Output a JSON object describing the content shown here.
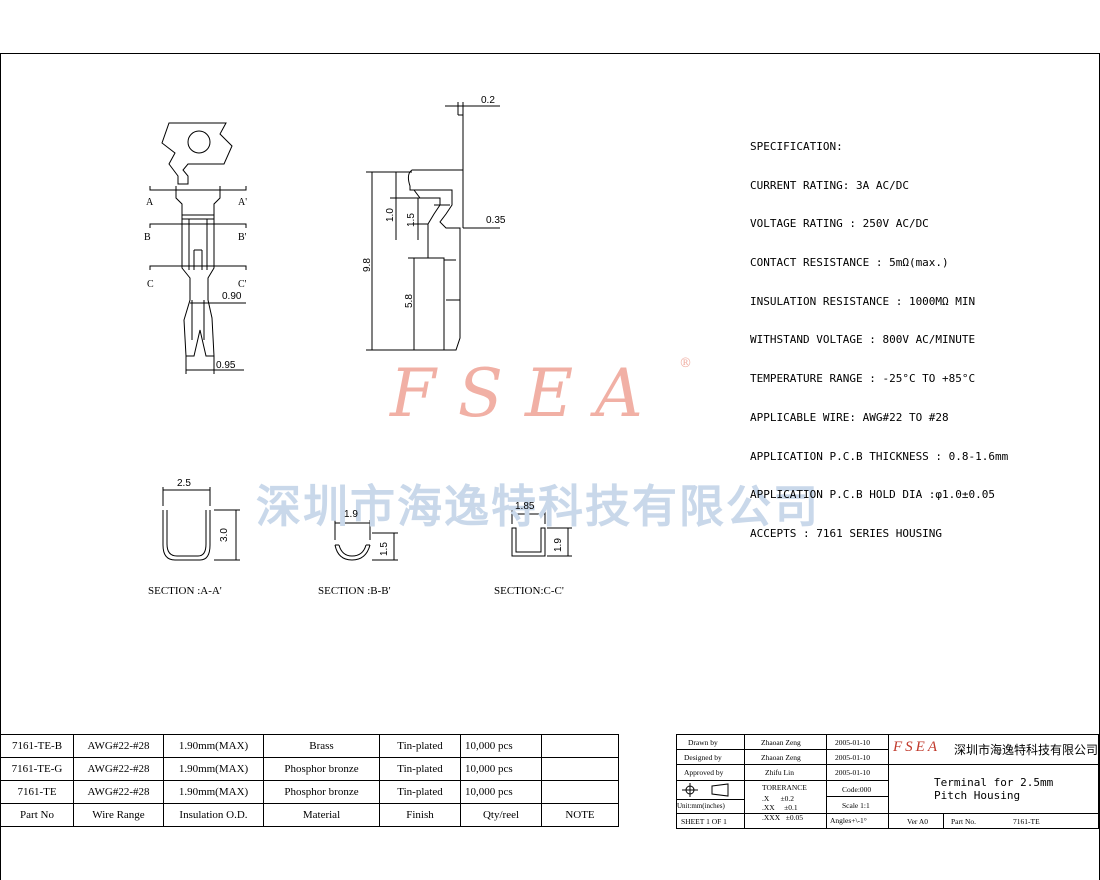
{
  "dimensions": {
    "top_width": "0.2",
    "thickness": "0.35",
    "height_1_0": "1.0",
    "height_1_5": "1.5",
    "total_height": "9.8",
    "lower_height": "5.8",
    "width_0_90": "0.90",
    "width_0_95": "0.95"
  },
  "section_marks": {
    "a": "A",
    "a_prime": "A'",
    "b": "B",
    "b_prime": "B'",
    "c": "C",
    "c_prime": "C'"
  },
  "specification": [
    "SPECIFICATION:",
    "CURRENT RATING: 3A AC/DC",
    "VOLTAGE RATING : 250V AC/DC",
    "CONTACT RESISTANCE : 5mΩ(max.)",
    "INSULATION RESISTANCE : 1000MΩ MIN",
    "WITHSTAND VOLTAGE : 800V AC/MINUTE",
    "TEMPERATURE RANGE : -25°C TO +85°C",
    "APPLICABLE WIRE: AWG#22 TO #28",
    "APPLICATION P.C.B THICKNESS : 0.8-1.6mm",
    "APPLICATION P.C.B HOLD DIA :φ1.0±0.05",
    "ACCEPTS : 7161 SERIES HOUSING"
  ],
  "watermark": {
    "brand": "FSEA",
    "registered": "®",
    "company_cn": "深圳市海逸特科技有限公司"
  },
  "sections": [
    {
      "label": "SECTION :A-A'",
      "width": "2.5",
      "height": "3.0"
    },
    {
      "label": "SECTION :B-B'",
      "width": "1.9",
      "height": "1.5"
    },
    {
      "label": "SECTION:C-C'",
      "width": "1.85",
      "height": "1.9"
    }
  ],
  "parts_table": {
    "rows": [
      [
        "7161-TE-B",
        "AWG#22-#28",
        "1.90mm(MAX)",
        "Brass",
        "Tin-plated",
        "10,000 pcs",
        ""
      ],
      [
        "7161-TE-G",
        "AWG#22-#28",
        "1.90mm(MAX)",
        "Phosphor bronze",
        "Tin-plated",
        "10,000 pcs",
        ""
      ],
      [
        "7161-TE",
        "AWG#22-#28",
        "1.90mm(MAX)",
        "Phosphor bronze",
        "Tin-plated",
        "10,000 pcs",
        ""
      ]
    ],
    "header": [
      "Part No",
      "Wire Range",
      "Insulation O.D.",
      "Material",
      "Finish",
      "Qty/reel",
      "NOTE"
    ]
  },
  "title_block": {
    "drawn_label": "Drawn   by",
    "drawn_name": "Zhaoan Zeng",
    "drawn_date": "2005-01-10",
    "designed_label": "Designed by",
    "designed_name": "Zhaoan Zeng",
    "designed_date": "2005-01-10",
    "approved_label": "Approved by",
    "approved_name": "Zhifu Lin",
    "approved_date": "2005-01-10",
    "tolerance_label": "TORERANCE",
    "tol_x": ".X      ±0.2",
    "tol_xx": ".XX     ±0.1",
    "tol_xxx": ".XXX   ±0.05",
    "code": "Code:000",
    "scale": "Scale 1:1",
    "angles": "Angles+\\-1°",
    "units": "Unit:mm(inches)",
    "sheet": "SHEET 1 OF 1",
    "logo": "FSEA",
    "company": "深圳市海逸特科技有限公司",
    "title_line1": "Terminal for 2.5mm",
    "title_line2": "Pitch Housing",
    "version": "Ver A0",
    "part_no_label": "Part No.",
    "part_no": "7161-TE"
  }
}
